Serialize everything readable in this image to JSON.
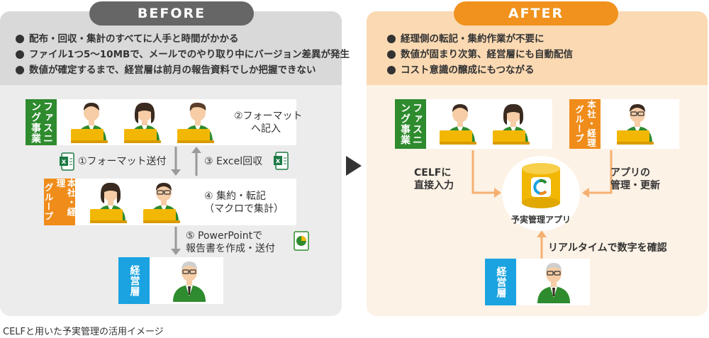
{
  "before": {
    "title": "BEFORE",
    "bullets": [
      "配布・回収・集計のすべてに人手と時間がかかる",
      "ファイル1つ5〜10MBで、メールでのやり取り中にバージョン差異が発生",
      "数値が確定するまで、経営層は前月の報告資料でしか把握できない"
    ],
    "fashion_tag": [
      "ファスニ",
      "ング事業"
    ],
    "step2": [
      "②フォーマット",
      "へ記入"
    ],
    "step1": "①フォーマット送付",
    "step3": "③ Excel回収",
    "hq_tag": [
      "本社・経理",
      "グループ"
    ],
    "step4": [
      "④ 集約・転記",
      "（マクロで集計）"
    ],
    "step5": [
      "⑤ PowerPointで",
      "報告書を作成・送付"
    ],
    "mgmt_tag": "経営層"
  },
  "after": {
    "title": "AFTER",
    "bullets": [
      "経理側の転記・集約作業が不要に",
      "数値が固まり次第、経営層にも自動配信",
      "コスト意識の醸成にもつながる"
    ],
    "fashion_tag": [
      "ファスニ",
      "ング事業"
    ],
    "hq_tag": [
      "本社・経理",
      "グループ"
    ],
    "mgmt_tag": "経営層",
    "celf_label": [
      "CELFに",
      "直接入力"
    ],
    "app_label": [
      "アプリの",
      "管理・更新"
    ],
    "db_label": "予実管理アプリ",
    "realtime_label": "リアルタイムで数字を確認"
  },
  "caption": "CELFと用いた予実管理の活用イメージ",
  "colors": {
    "green": "#2e8b2e",
    "orange": "#f08c1a",
    "blue": "#1aa3e0",
    "before_header": "#666666",
    "after_header": "#f0921d",
    "laptop": "#f2b705"
  },
  "icons": [
    "excel-icon",
    "powerpoint-icon",
    "celf-logo-icon",
    "person-icon",
    "arrow-icon"
  ]
}
